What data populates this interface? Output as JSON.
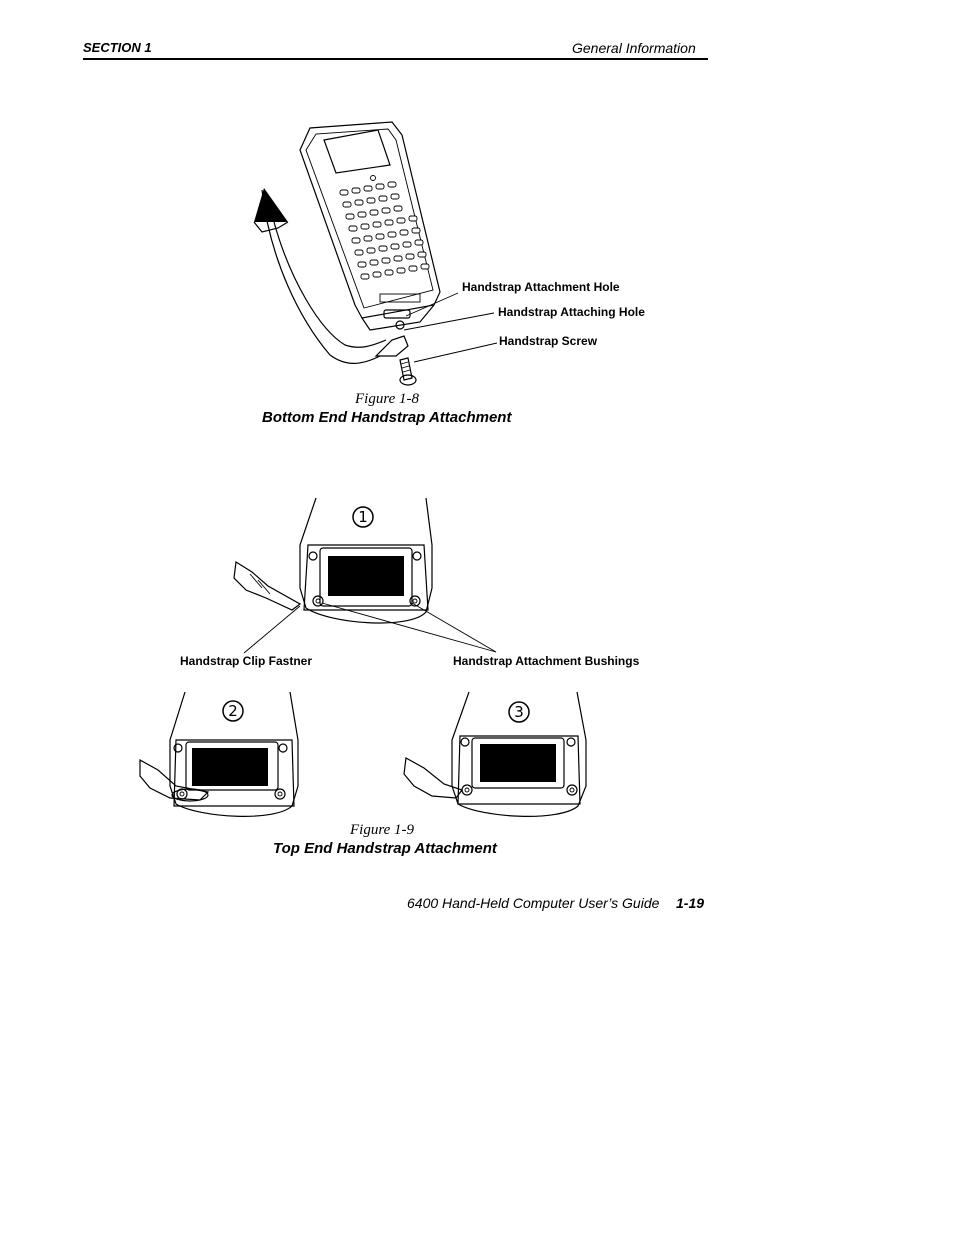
{
  "header": {
    "section": "SECTION 1",
    "title": "General Information"
  },
  "figure8": {
    "callouts": {
      "attachment_hole": "Handstrap Attachment Hole",
      "attaching_hole": "Handstrap Attaching Hole",
      "screw": "Handstrap Screw"
    },
    "number": "Figure 1-8",
    "title": "Bottom End Handstrap Attachment"
  },
  "figure9": {
    "steps": [
      "1",
      "2",
      "3"
    ],
    "callouts": {
      "clip_fastener": "Handstrap Clip Fastner",
      "bushings": "Handstrap Attachment Bushings"
    },
    "number": "Figure 1-9",
    "title": "Top End Handstrap Attachment"
  },
  "footer": {
    "guide": "6400 Hand-Held Computer User’s Guide",
    "page": "1-19"
  }
}
